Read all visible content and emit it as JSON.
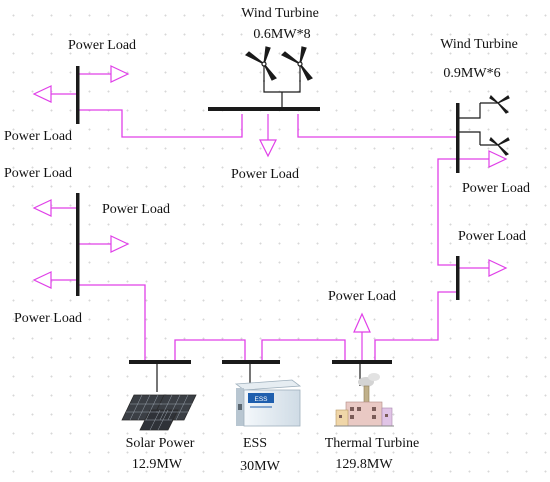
{
  "labels": {
    "wind_top_title": "Wind Turbine",
    "wind_top_rating": "0.6MW*8",
    "wind_right_title": "Wind Turbine",
    "wind_right_rating": "0.9MW*6",
    "load_top_left": "Power Load",
    "load_left_mid": "Power Load",
    "load_top_center": "Power Load",
    "load_right_upper": "Power Load",
    "load_left2_top": "Power Load",
    "load_left2_mid": "Power Load",
    "load_left2_bottom": "Power Load",
    "load_right_lower": "Power Load",
    "load_center_bottom": "Power Load",
    "solar_title": "Solar Power",
    "solar_rating": "12.9MW",
    "ess_title": "ESS",
    "ess_rating": "30MW",
    "thermal_title": "Thermal Turbine",
    "thermal_rating": "129.8MW",
    "ess_device_text": "ESS"
  },
  "colors": {
    "line": "#e040e8",
    "bus": "#1a1a1a"
  }
}
